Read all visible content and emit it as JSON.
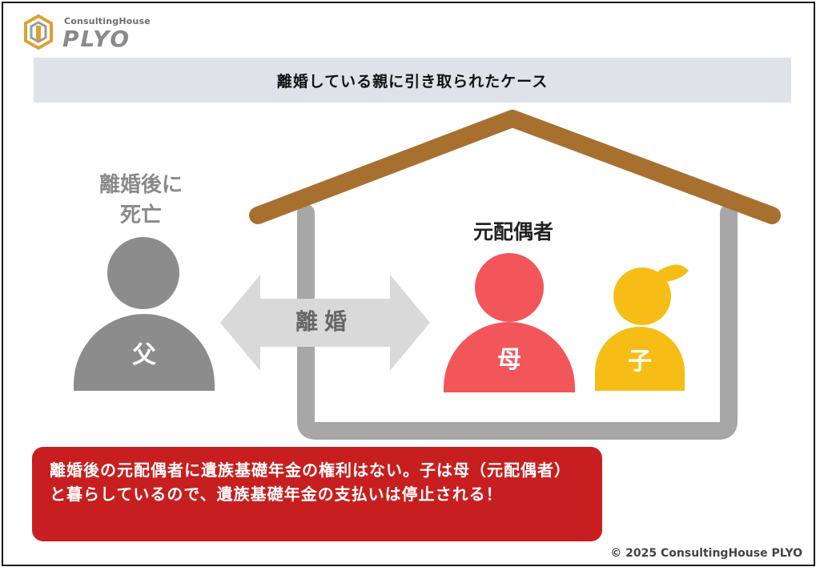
{
  "logo": {
    "sub": "ConsultingHouse",
    "main": "PLYO"
  },
  "title": "離婚している親に引き取られたケース",
  "left": {
    "status_line1": "離婚後に",
    "status_line2": "死亡",
    "father_char": "父"
  },
  "arrow": {
    "label": "離婚"
  },
  "right": {
    "spouse_label": "元配偶者",
    "mother_char": "母",
    "child_char": "子"
  },
  "callout": {
    "text": "離婚後の元配偶者に遺族基礎年金の権利はない。子は母（元配偶者）と暮らしているので、遺族基礎年金の支払いは停止される！"
  },
  "copyright": "© 2025 ConsultingHouse PLYO",
  "colors": {
    "title_bar": "#dfe2e8",
    "roof": "#a8702f",
    "house_wall": "#a7a7a7",
    "father": "#8c8c8c",
    "arrow": "#d9d9d9",
    "mother": "#f2565b",
    "child": "#f6bd17",
    "callout": "#c71f1f"
  },
  "icons": {
    "logo": "hexagon-logo-icon"
  }
}
